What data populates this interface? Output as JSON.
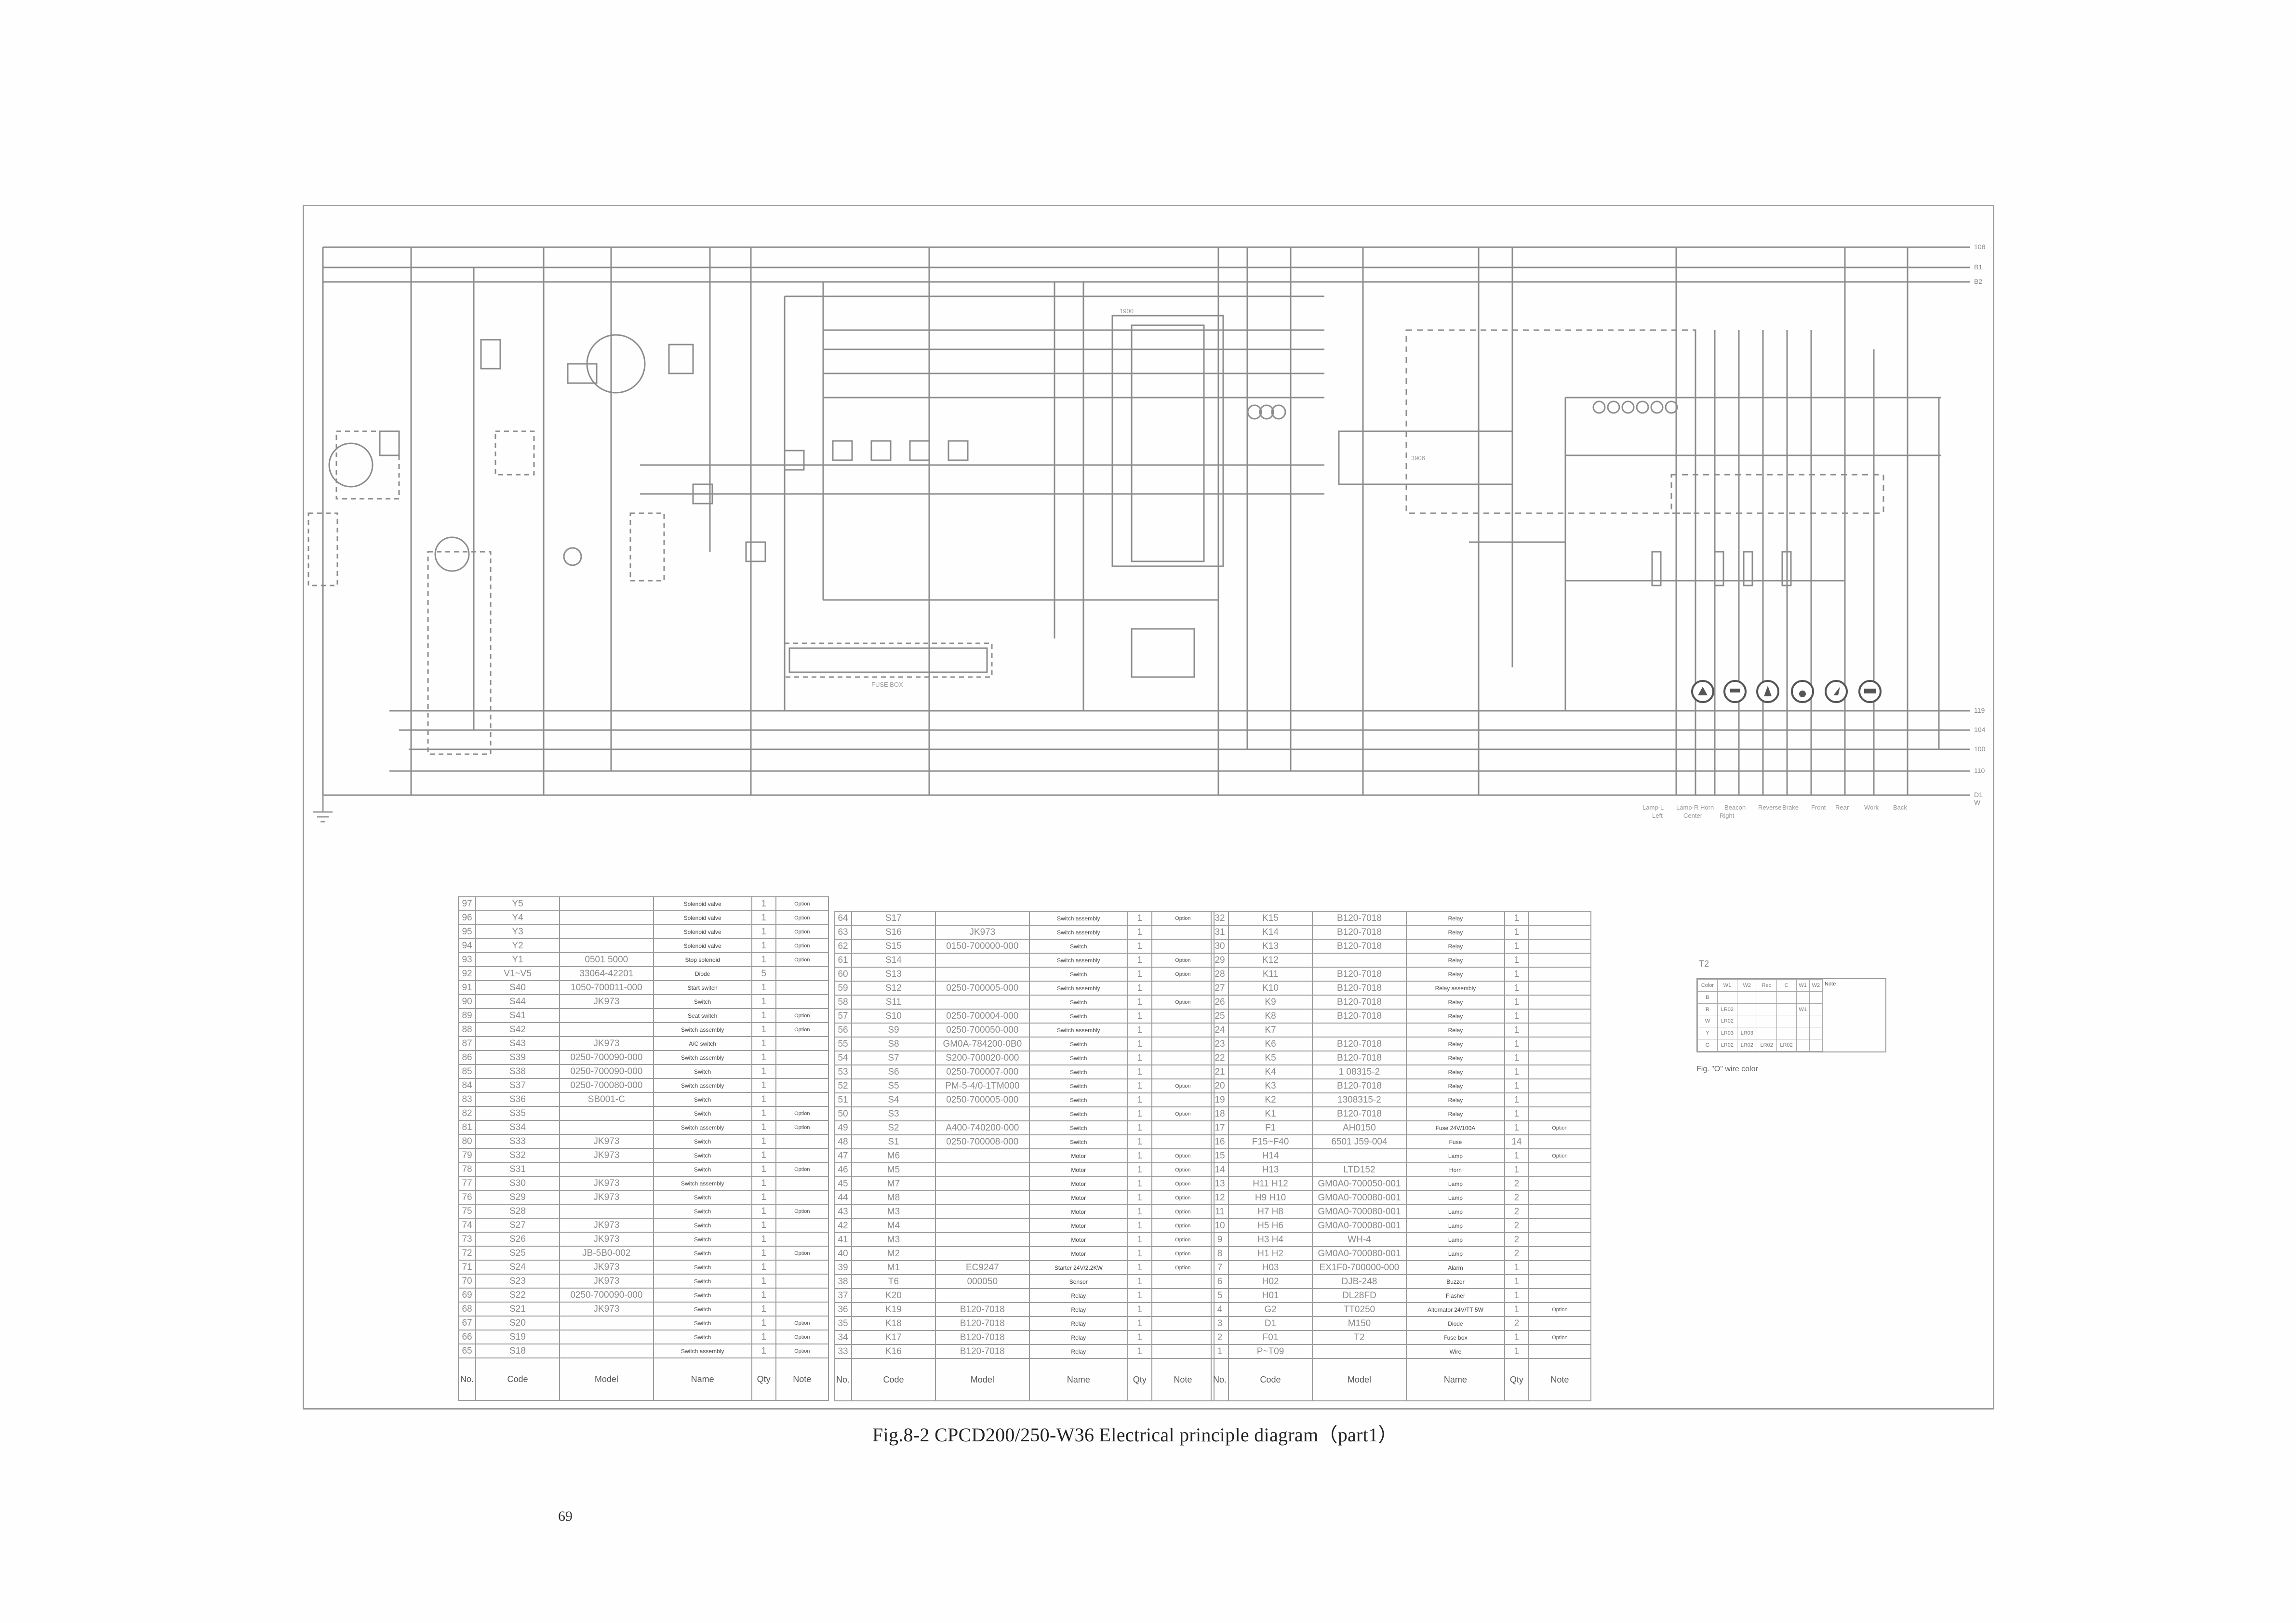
{
  "page": {
    "caption": "Fig.8-2    CPCD200/250-W36 Electrical principle diagram（part1）",
    "page_number": "69"
  },
  "schematic": {
    "bus_labels_right": [
      "108",
      "B1",
      "B2",
      "119",
      "104",
      "100",
      "110",
      "D1",
      "W"
    ],
    "controller_module": "1900",
    "display_module": "3906",
    "fuse_box_label": "FUSE BOX",
    "gauge_icons": [
      "water-temp-gauge",
      "fuel-gauge",
      "oil-pressure-gauge",
      "charge-gauge",
      "hour-meter-gauge",
      "tachometer-gauge"
    ],
    "bottom_labels": [
      "Lamp-L",
      "Lamp-R",
      "Horn",
      "Beacon",
      "Reverse",
      "Brake",
      "Front",
      "Rear",
      "Work",
      "Back"
    ],
    "bottom_sub_labels": [
      "Left",
      "Center",
      "Right"
    ]
  },
  "parts_table": {
    "headers": [
      "No.",
      "Code",
      "Model",
      "Name",
      "Qty",
      "Note"
    ],
    "left": [
      {
        "no": "97",
        "code": "Y5",
        "model": "",
        "name": "Solenoid valve",
        "qty": "1",
        "note": "Option"
      },
      {
        "no": "96",
        "code": "Y4",
        "model": "",
        "name": "Solenoid valve",
        "qty": "1",
        "note": "Option"
      },
      {
        "no": "95",
        "code": "Y3",
        "model": "",
        "name": "Solenoid valve",
        "qty": "1",
        "note": "Option"
      },
      {
        "no": "94",
        "code": "Y2",
        "model": "",
        "name": "Solenoid valve",
        "qty": "1",
        "note": "Option"
      },
      {
        "no": "93",
        "code": "Y1",
        "model": "0501 5000",
        "name": "Stop solenoid",
        "qty": "1",
        "note": "Option"
      },
      {
        "no": "92",
        "code": "V1~V5",
        "model": "33064-42201",
        "name": "Diode",
        "qty": "5",
        "note": ""
      },
      {
        "no": "91",
        "code": "S40",
        "model": "1050-700011-000",
        "name": "Start switch",
        "qty": "1",
        "note": ""
      },
      {
        "no": "90",
        "code": "S44",
        "model": "JK973",
        "name": "Switch",
        "qty": "1",
        "note": ""
      },
      {
        "no": "89",
        "code": "S41",
        "model": "",
        "name": "Seat switch",
        "qty": "1",
        "note": "Option"
      },
      {
        "no": "88",
        "code": "S42",
        "model": "",
        "name": "Switch assembly",
        "qty": "1",
        "note": "Option"
      },
      {
        "no": "87",
        "code": "S43",
        "model": "JK973",
        "name": "A/C switch",
        "qty": "1",
        "note": ""
      },
      {
        "no": "86",
        "code": "S39",
        "model": "0250-700090-000",
        "name": "Switch assembly",
        "qty": "1",
        "note": ""
      },
      {
        "no": "85",
        "code": "S38",
        "model": "0250-700090-000",
        "name": "Switch",
        "qty": "1",
        "note": ""
      },
      {
        "no": "84",
        "code": "S37",
        "model": "0250-700080-000",
        "name": "Switch assembly",
        "qty": "1",
        "note": ""
      },
      {
        "no": "83",
        "code": "S36",
        "model": "SB001-C",
        "name": "Switch",
        "qty": "1",
        "note": ""
      },
      {
        "no": "82",
        "code": "S35",
        "model": "",
        "name": "Switch",
        "qty": "1",
        "note": "Option"
      },
      {
        "no": "81",
        "code": "S34",
        "model": "",
        "name": "Switch assembly",
        "qty": "1",
        "note": "Option"
      },
      {
        "no": "80",
        "code": "S33",
        "model": "JK973",
        "name": "Switch",
        "qty": "1",
        "note": ""
      },
      {
        "no": "79",
        "code": "S32",
        "model": "JK973",
        "name": "Switch",
        "qty": "1",
        "note": ""
      },
      {
        "no": "78",
        "code": "S31",
        "model": "",
        "name": "Switch",
        "qty": "1",
        "note": "Option"
      },
      {
        "no": "77",
        "code": "S30",
        "model": "JK973",
        "name": "Switch assembly",
        "qty": "1",
        "note": ""
      },
      {
        "no": "76",
        "code": "S29",
        "model": "JK973",
        "name": "Switch",
        "qty": "1",
        "note": ""
      },
      {
        "no": "75",
        "code": "S28",
        "model": "",
        "name": "Switch",
        "qty": "1",
        "note": "Option"
      },
      {
        "no": "74",
        "code": "S27",
        "model": "JK973",
        "name": "Switch",
        "qty": "1",
        "note": ""
      },
      {
        "no": "73",
        "code": "S26",
        "model": "JK973",
        "name": "Switch",
        "qty": "1",
        "note": ""
      },
      {
        "no": "72",
        "code": "S25",
        "model": "JB-5B0-002",
        "name": "Switch",
        "qty": "1",
        "note": "Option"
      },
      {
        "no": "71",
        "code": "S24",
        "model": "JK973",
        "name": "Switch",
        "qty": "1",
        "note": ""
      },
      {
        "no": "70",
        "code": "S23",
        "model": "JK973",
        "name": "Switch",
        "qty": "1",
        "note": ""
      },
      {
        "no": "69",
        "code": "S22",
        "model": "0250-700090-000",
        "name": "Switch",
        "qty": "1",
        "note": ""
      },
      {
        "no": "68",
        "code": "S21",
        "model": "JK973",
        "name": "Switch",
        "qty": "1",
        "note": ""
      },
      {
        "no": "67",
        "code": "S20",
        "model": "",
        "name": "Switch",
        "qty": "1",
        "note": "Option"
      },
      {
        "no": "66",
        "code": "S19",
        "model": "",
        "name": "Switch",
        "qty": "1",
        "note": "Option"
      },
      {
        "no": "65",
        "code": "S18",
        "model": "",
        "name": "Switch assembly",
        "qty": "1",
        "note": "Option"
      }
    ],
    "middle": [
      {
        "no": "64",
        "code": "S17",
        "model": "",
        "name": "Switch assembly",
        "qty": "1",
        "note": "Option"
      },
      {
        "no": "63",
        "code": "S16",
        "model": "JK973",
        "name": "Switch assembly",
        "qty": "1",
        "note": ""
      },
      {
        "no": "62",
        "code": "S15",
        "model": "0150-700000-000",
        "name": "Switch",
        "qty": "1",
        "note": ""
      },
      {
        "no": "61",
        "code": "S14",
        "model": "",
        "name": "Switch assembly",
        "qty": "1",
        "note": "Option"
      },
      {
        "no": "60",
        "code": "S13",
        "model": "",
        "name": "Switch",
        "qty": "1",
        "note": "Option"
      },
      {
        "no": "59",
        "code": "S12",
        "model": "0250-700005-000",
        "name": "Switch assembly",
        "qty": "1",
        "note": ""
      },
      {
        "no": "58",
        "code": "S11",
        "model": "",
        "name": "Switch",
        "qty": "1",
        "note": "Option"
      },
      {
        "no": "57",
        "code": "S10",
        "model": "0250-700004-000",
        "name": "Switch",
        "qty": "1",
        "note": ""
      },
      {
        "no": "56",
        "code": "S9",
        "model": "0250-700050-000",
        "name": "Switch assembly",
        "qty": "1",
        "note": ""
      },
      {
        "no": "55",
        "code": "S8",
        "model": "GM0A-784200-0B0",
        "name": "Switch",
        "qty": "1",
        "note": ""
      },
      {
        "no": "54",
        "code": "S7",
        "model": "S200-700020-000",
        "name": "Switch",
        "qty": "1",
        "note": ""
      },
      {
        "no": "53",
        "code": "S6",
        "model": "0250-700007-000",
        "name": "Switch",
        "qty": "1",
        "note": ""
      },
      {
        "no": "52",
        "code": "S5",
        "model": "PM-5-4/0-1TM000",
        "name": "Switch",
        "qty": "1",
        "note": "Option"
      },
      {
        "no": "51",
        "code": "S4",
        "model": "0250-700005-000",
        "name": "Switch",
        "qty": "1",
        "note": ""
      },
      {
        "no": "50",
        "code": "S3",
        "model": "",
        "name": "Switch",
        "qty": "1",
        "note": "Option"
      },
      {
        "no": "49",
        "code": "S2",
        "model": "A400-740200-000",
        "name": "Switch",
        "qty": "1",
        "note": ""
      },
      {
        "no": "48",
        "code": "S1",
        "model": "0250-700008-000",
        "name": "Switch",
        "qty": "1",
        "note": ""
      },
      {
        "no": "47",
        "code": "M6",
        "model": "",
        "name": "Motor",
        "qty": "1",
        "note": "Option"
      },
      {
        "no": "46",
        "code": "M5",
        "model": "",
        "name": "Motor",
        "qty": "1",
        "note": "Option"
      },
      {
        "no": "45",
        "code": "M7",
        "model": "",
        "name": "Motor",
        "qty": "1",
        "note": "Option"
      },
      {
        "no": "44",
        "code": "M8",
        "model": "",
        "name": "Motor",
        "qty": "1",
        "note": "Option"
      },
      {
        "no": "43",
        "code": "M3",
        "model": "",
        "name": "Motor",
        "qty": "1",
        "note": "Option"
      },
      {
        "no": "42",
        "code": "M4",
        "model": "",
        "name": "Motor",
        "qty": "1",
        "note": "Option"
      },
      {
        "no": "41",
        "code": "M3",
        "model": "",
        "name": "Motor",
        "qty": "1",
        "note": "Option"
      },
      {
        "no": "40",
        "code": "M2",
        "model": "",
        "name": "Motor",
        "qty": "1",
        "note": "Option"
      },
      {
        "no": "39",
        "code": "M1",
        "model": "EC9247",
        "name": "Starter 24V/2.2KW",
        "qty": "1",
        "note": "Option"
      },
      {
        "no": "38",
        "code": "T6",
        "model": "000050",
        "name": "Sensor",
        "qty": "1",
        "note": ""
      },
      {
        "no": "37",
        "code": "K20",
        "model": "",
        "name": "Relay",
        "qty": "1",
        "note": ""
      },
      {
        "no": "36",
        "code": "K19",
        "model": "B120-7018",
        "name": "Relay",
        "qty": "1",
        "note": ""
      },
      {
        "no": "35",
        "code": "K18",
        "model": "B120-7018",
        "name": "Relay",
        "qty": "1",
        "note": ""
      },
      {
        "no": "34",
        "code": "K17",
        "model": "B120-7018",
        "name": "Relay",
        "qty": "1",
        "note": ""
      },
      {
        "no": "33",
        "code": "K16",
        "model": "B120-7018",
        "name": "Relay",
        "qty": "1",
        "note": ""
      }
    ],
    "right": [
      {
        "no": "32",
        "code": "K15",
        "model": "B120-7018",
        "name": "Relay",
        "qty": "1",
        "note": ""
      },
      {
        "no": "31",
        "code": "K14",
        "model": "B120-7018",
        "name": "Relay",
        "qty": "1",
        "note": ""
      },
      {
        "no": "30",
        "code": "K13",
        "model": "B120-7018",
        "name": "Relay",
        "qty": "1",
        "note": ""
      },
      {
        "no": "29",
        "code": "K12",
        "model": "",
        "name": "Relay",
        "qty": "1",
        "note": ""
      },
      {
        "no": "28",
        "code": "K11",
        "model": "B120-7018",
        "name": "Relay",
        "qty": "1",
        "note": ""
      },
      {
        "no": "27",
        "code": "K10",
        "model": "B120-7018",
        "name": "Relay assembly",
        "qty": "1",
        "note": ""
      },
      {
        "no": "26",
        "code": "K9",
        "model": "B120-7018",
        "name": "Relay",
        "qty": "1",
        "note": ""
      },
      {
        "no": "25",
        "code": "K8",
        "model": "B120-7018",
        "name": "Relay",
        "qty": "1",
        "note": ""
      },
      {
        "no": "24",
        "code": "K7",
        "model": "",
        "name": "Relay",
        "qty": "1",
        "note": ""
      },
      {
        "no": "23",
        "code": "K6",
        "model": "B120-7018",
        "name": "Relay",
        "qty": "1",
        "note": ""
      },
      {
        "no": "22",
        "code": "K5",
        "model": "B120-7018",
        "name": "Relay",
        "qty": "1",
        "note": ""
      },
      {
        "no": "21",
        "code": "K4",
        "model": "1 08315-2",
        "name": "Relay",
        "qty": "1",
        "note": ""
      },
      {
        "no": "20",
        "code": "K3",
        "model": "B120-7018",
        "name": "Relay",
        "qty": "1",
        "note": ""
      },
      {
        "no": "19",
        "code": "K2",
        "model": "1308315-2",
        "name": "Relay",
        "qty": "1",
        "note": ""
      },
      {
        "no": "18",
        "code": "K1",
        "model": "B120-7018",
        "name": "Relay",
        "qty": "1",
        "note": ""
      },
      {
        "no": "17",
        "code": "F1",
        "model": "AH0150",
        "name": "Fuse 24V/100A",
        "qty": "1",
        "note": "Option"
      },
      {
        "no": "16",
        "code": "F15~F40",
        "model": "6501 J59-004",
        "name": "Fuse",
        "qty": "14",
        "note": ""
      },
      {
        "no": "15",
        "code": "H14",
        "model": "",
        "name": "Lamp",
        "qty": "1",
        "note": "Option"
      },
      {
        "no": "14",
        "code": "H13",
        "model": "LTD152",
        "name": "Horn",
        "qty": "1",
        "note": ""
      },
      {
        "no": "13",
        "code": "H11 H12",
        "model": "GM0A0-700050-001",
        "name": "Lamp",
        "qty": "2",
        "note": ""
      },
      {
        "no": "12",
        "code": "H9 H10",
        "model": "GM0A0-700080-001",
        "name": "Lamp",
        "qty": "2",
        "note": ""
      },
      {
        "no": "11",
        "code": "H7 H8",
        "model": "GM0A0-700080-001",
        "name": "Lamp",
        "qty": "2",
        "note": ""
      },
      {
        "no": "10",
        "code": "H5 H6",
        "model": "GM0A0-700080-001",
        "name": "Lamp",
        "qty": "2",
        "note": ""
      },
      {
        "no": "9",
        "code": "H3 H4",
        "model": "WH-4",
        "name": "Lamp",
        "qty": "2",
        "note": ""
      },
      {
        "no": "8",
        "code": "H1 H2",
        "model": "GM0A0-700080-001",
        "name": "Lamp",
        "qty": "2",
        "note": ""
      },
      {
        "no": "7",
        "code": "H03",
        "model": "EX1F0-700000-000",
        "name": "Alarm",
        "qty": "1",
        "note": ""
      },
      {
        "no": "6",
        "code": "H02",
        "model": "DJB-248",
        "name": "Buzzer",
        "qty": "1",
        "note": ""
      },
      {
        "no": "5",
        "code": "H01",
        "model": "DL28FD",
        "name": "Flasher",
        "qty": "1",
        "note": ""
      },
      {
        "no": "4",
        "code": "G2",
        "model": "TT0250",
        "name": "Alternator 24V/TT 5W",
        "qty": "1",
        "note": "Option"
      },
      {
        "no": "3",
        "code": "D1",
        "model": "M150",
        "name": "Diode",
        "qty": "2",
        "note": ""
      },
      {
        "no": "2",
        "code": "F01",
        "model": "T2",
        "name": "Fuse box",
        "qty": "1",
        "note": "Option"
      },
      {
        "no": "1",
        "code": "P~T09",
        "model": "",
        "name": "Wire",
        "qty": "1",
        "note": ""
      }
    ]
  },
  "wire_legend": {
    "title": "T2",
    "header": [
      "Color",
      "W1",
      "W2",
      "Red",
      "C",
      "W1",
      "W2",
      "Note"
    ],
    "rows": [
      [
        "B",
        "",
        "",
        "",
        "",
        "",
        "",
        ""
      ],
      [
        "R",
        "LR02",
        "",
        "",
        "",
        "W1",
        "",
        ""
      ],
      [
        "W",
        "LR02",
        "",
        "",
        "",
        "",
        "",
        ""
      ],
      [
        "Y",
        "LR03",
        "LR03",
        "",
        "",
        "",
        "",
        ""
      ],
      [
        "G",
        "LR02",
        "LR02",
        "LR02",
        "LR02",
        "",
        "",
        ""
      ]
    ],
    "note": "Fig. \"O\" wire color"
  }
}
